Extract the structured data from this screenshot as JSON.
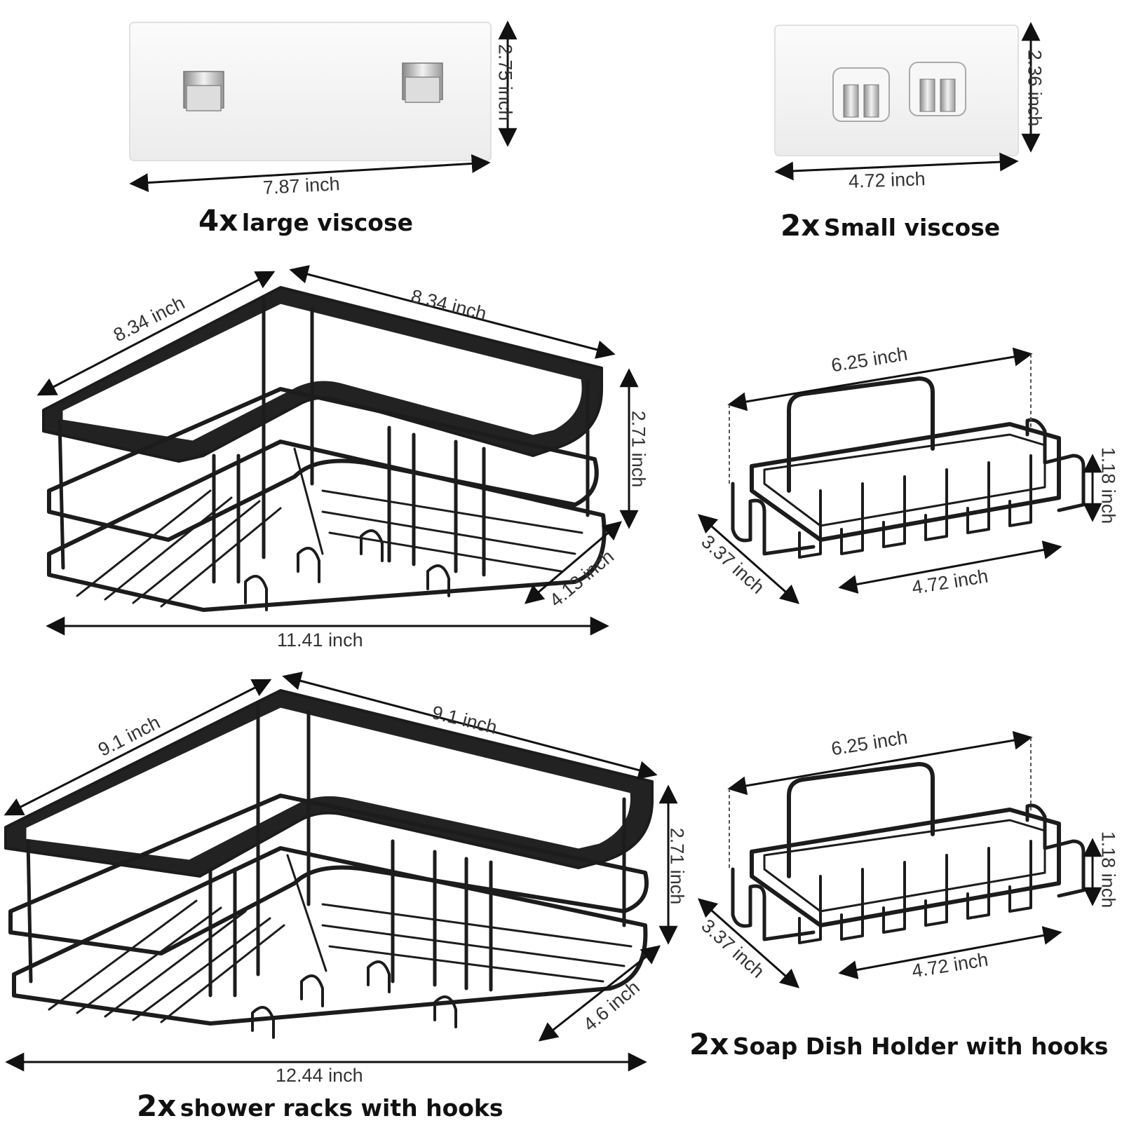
{
  "large_viscose": {
    "caption_qty": "4x",
    "caption_text": "large viscose",
    "width": "7.87 inch",
    "height": "2.75 inch"
  },
  "small_viscose": {
    "caption_qty": "2x",
    "caption_text": "Small viscose",
    "width": "4.72 inch",
    "height": "2.36 inch"
  },
  "rack_small": {
    "side_left": "8.34 inch",
    "side_right": "8.34 inch",
    "height": "2.71 inch",
    "depth": "4.13 inch",
    "total_width": "11.41 inch"
  },
  "rack_large": {
    "side_left": "9.1 inch",
    "side_right": "9.1 inch",
    "height": "2.71 inch",
    "depth": "4.6 inch",
    "total_width": "12.44 inch",
    "caption_qty": "2x",
    "caption_text": "shower racks with hooks"
  },
  "soap_dish_top": {
    "width_top": "6.25 inch",
    "height": "1.18 inch",
    "depth": "3.37 inch",
    "width_bottom": "4.72 inch"
  },
  "soap_dish_bottom": {
    "width_top": "6.25 inch",
    "height": "1.18 inch",
    "depth": "3.37 inch",
    "width_bottom": "4.72 inch",
    "caption_qty": "2x",
    "caption_text": "Soap Dish Holder with hooks"
  },
  "colors": {
    "metal": "#1c1c1c",
    "dimension_line": "#111111",
    "plate": "#f4f4f4",
    "hook_chrome": "#c9c9c9"
  }
}
